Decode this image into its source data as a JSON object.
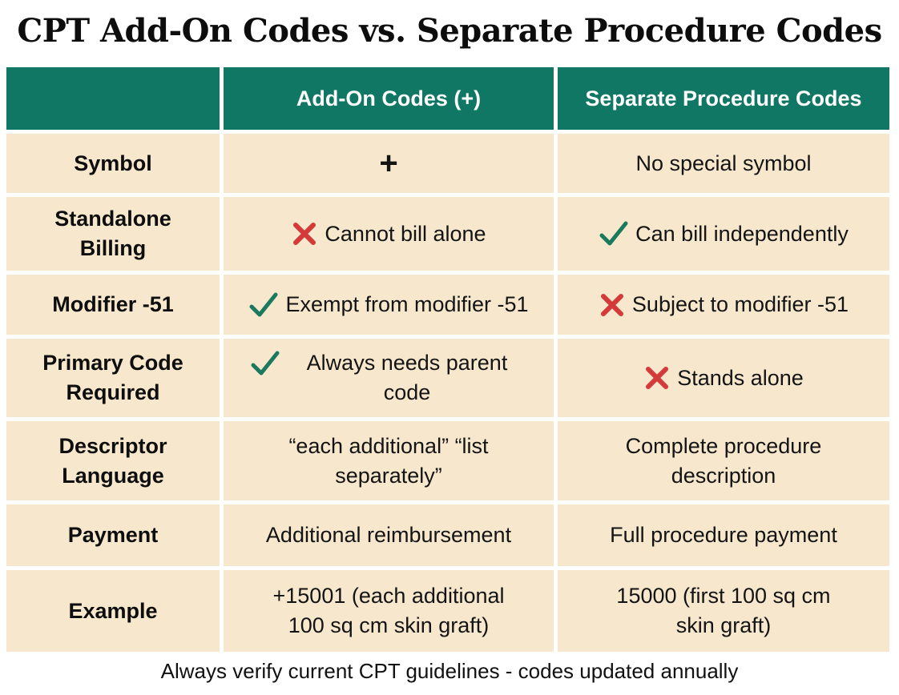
{
  "title": "CPT Add-On Codes vs. Separate Procedure Codes",
  "table": {
    "headers": [
      "",
      "Add-On Codes (+)",
      "Separate Procedure Codes"
    ],
    "rows": [
      {
        "label": "Symbol",
        "addon": {
          "icon": "",
          "text": "+"
        },
        "separate": {
          "icon": "",
          "text": "No special symbol"
        }
      },
      {
        "label": "Standalone Billing",
        "addon": {
          "icon": "cross-icon",
          "text": "Cannot bill alone"
        },
        "separate": {
          "icon": "check-icon",
          "text": "Can bill independently"
        }
      },
      {
        "label": "Modifier -51",
        "addon": {
          "icon": "check-icon",
          "text": "Exempt from modifier -51"
        },
        "separate": {
          "icon": "cross-icon",
          "text": "Subject to modifier -51"
        }
      },
      {
        "label": "Primary Code Required",
        "addon": {
          "icon": "check-icon",
          "text": "Always needs parent code"
        },
        "separate": {
          "icon": "cross-icon",
          "text": "Stands alone"
        }
      },
      {
        "label": "Descriptor Language",
        "addon": {
          "icon": "",
          "text": "“each additional” “list separately”"
        },
        "separate": {
          "icon": "",
          "text": "Complete procedure description"
        }
      },
      {
        "label": "Payment",
        "addon": {
          "icon": "",
          "text": "Additional reimbursement"
        },
        "separate": {
          "icon": "",
          "text": "Full procedure payment"
        }
      },
      {
        "label": "Example",
        "addon": {
          "icon": "",
          "text": "+15001 (each additional 100 sq cm skin graft)"
        },
        "separate": {
          "icon": "",
          "text": "15000 (first 100 sq cm skin graft)"
        }
      }
    ]
  },
  "footer": "Always verify current CPT guidelines - codes updated annually",
  "colors": {
    "header_bg": "#0f7763",
    "cell_bg": "#f6e7cd",
    "check": "#1b7a5e",
    "cross": "#d43a3a"
  }
}
